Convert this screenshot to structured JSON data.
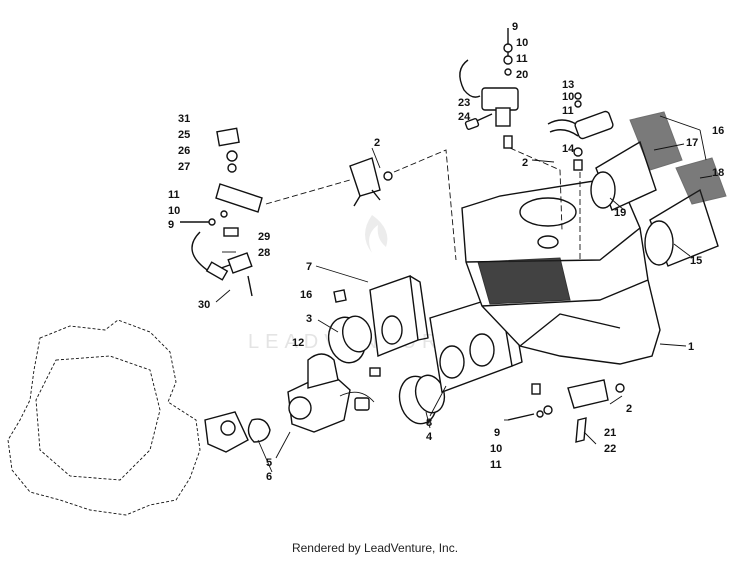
{
  "watermark": "LEADVENTURE",
  "footer": "Rendered by LeadVenture, Inc.",
  "callouts": [
    "1",
    "2",
    "2",
    "2",
    "3",
    "4",
    "5",
    "6",
    "7",
    "8",
    "9",
    "9",
    "9",
    "10",
    "10",
    "10",
    "10",
    "11",
    "11",
    "11",
    "11",
    "12",
    "13",
    "14",
    "15",
    "16",
    "16",
    "17",
    "18",
    "19",
    "20",
    "21",
    "22",
    "23",
    "24",
    "25",
    "26",
    "27",
    "28",
    "29",
    "30",
    "31"
  ]
}
